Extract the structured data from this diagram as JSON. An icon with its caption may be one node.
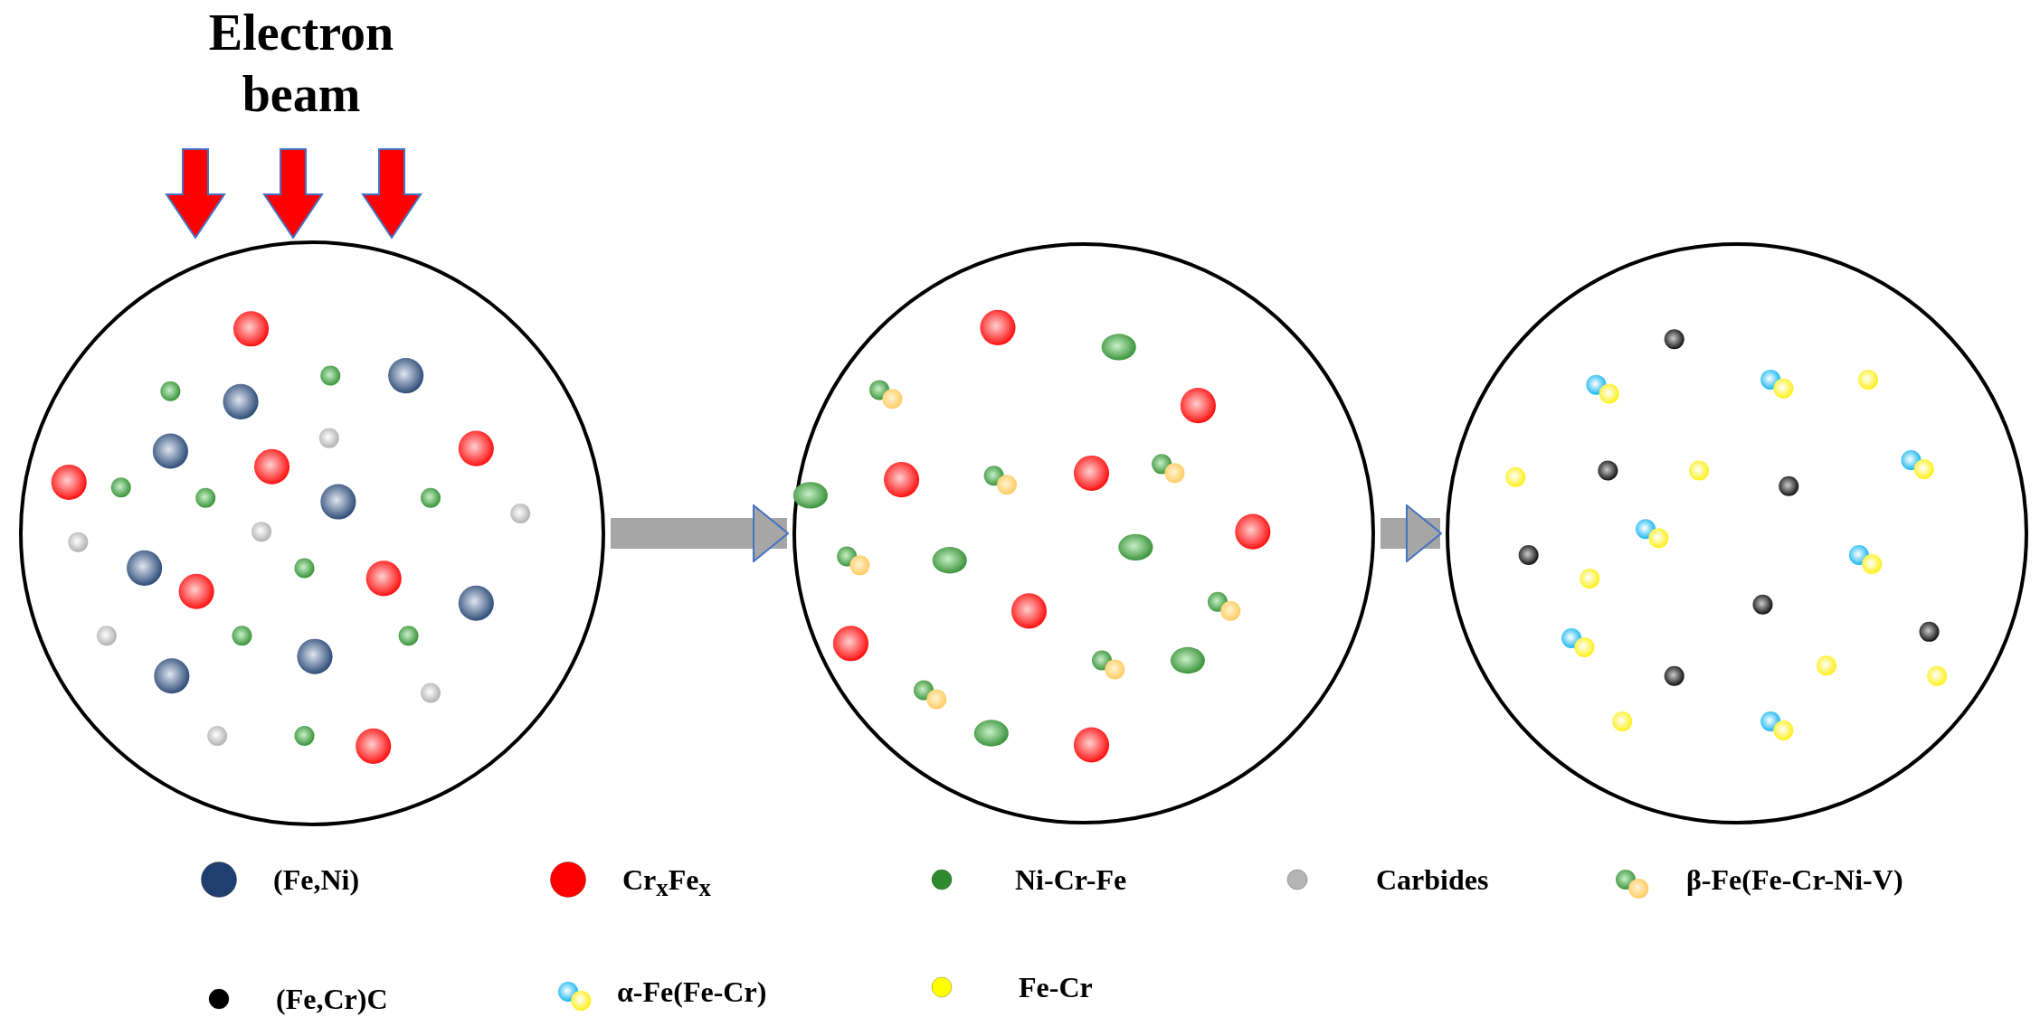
{
  "diagram": {
    "nodes": [
      {
        "text": [],
        "shape": "circle"
      },
      {
        "text": [],
        "shape": "circle"
      },
      {
        "text": [],
        "shape": "circle"
      }
    ],
    "edges": [
      {
        "from": 0,
        "to": 1,
        "arrow": "to"
      },
      {
        "from": 1,
        "to": 2,
        "arrow": "to"
      }
    ],
    "labels": [
      "Electron beam"
    ],
    "legend": [
      {
        "text": "(Fe,Ni)",
        "color": "#1f3f6e"
      },
      {
        "text": "Cr$_{x}$Fe$_{x}$",
        "color": "#ff0000"
      },
      {
        "text": "Ni-Cr-Fe",
        "color": "#2e8b2e"
      },
      {
        "text": "Carbides",
        "color": "#b4b4b4"
      },
      {
        "text": "β-Fe(Fe-Cr-Ni-V)"
      },
      {
        "text": "(Fe,Cr)C",
        "color": "#000000"
      },
      {
        "text": "α-Fe(Fe-Cr)"
      },
      {
        "text": "Fe-Cr",
        "color": "#ffff00"
      }
    ]
  }
}
